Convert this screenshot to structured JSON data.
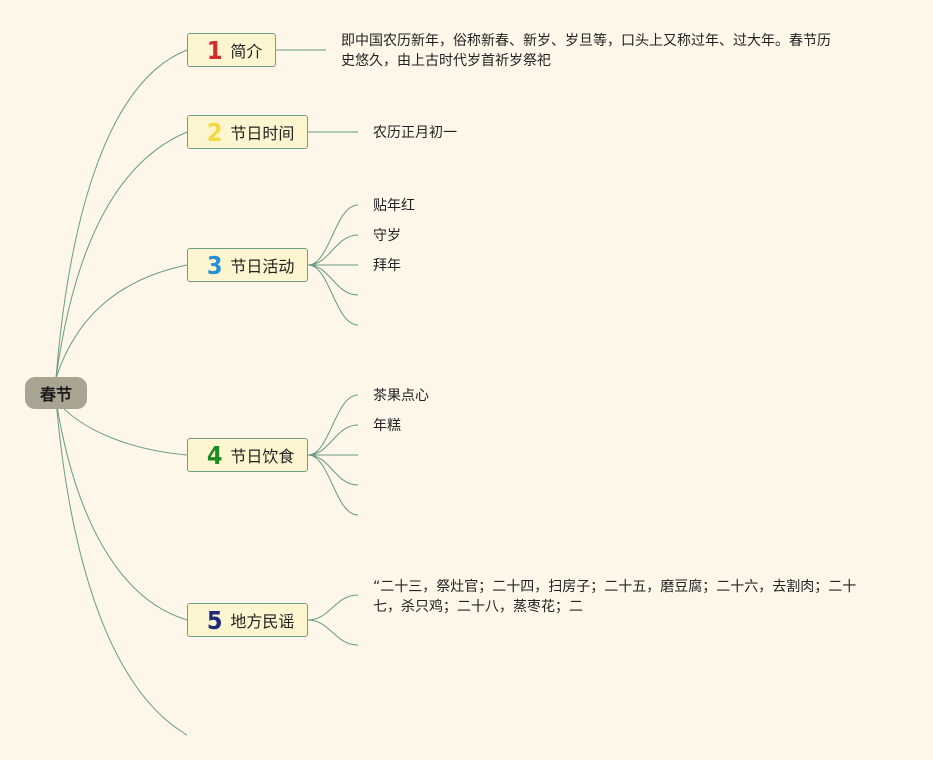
{
  "root": {
    "label": "春节"
  },
  "colors": {
    "line": "#6b9a84",
    "topic_bg": "#fdf5cf",
    "root_bg": "#a9a391",
    "num1": "#d42a2a",
    "num2": "#f2d93e",
    "num3": "#2b8fd4",
    "num4": "#1e8a23",
    "num5": "#1f2a78"
  },
  "topics": [
    {
      "num": "1",
      "label": "简介"
    },
    {
      "num": "2",
      "label": "节日时间"
    },
    {
      "num": "3",
      "label": "节日活动"
    },
    {
      "num": "4",
      "label": "节日饮食"
    },
    {
      "num": "5",
      "label": "地方民谣"
    }
  ],
  "details": {
    "intro": "即中国农历新年，俗称新春、新岁、岁旦等，口头上又称过年、过大年。春节历史悠久，由上古时代岁首祈岁祭祀",
    "time": "农历正月初一",
    "activities": [
      "贴年红",
      "守岁",
      "拜年"
    ],
    "food": [
      "茶果点心",
      "年糕"
    ],
    "ballad": "“二十三，祭灶官；二十四，扫房子；二十五，磨豆腐；二十六，去割肉；二十七，杀只鸡；二十八，蒸枣花；二"
  }
}
